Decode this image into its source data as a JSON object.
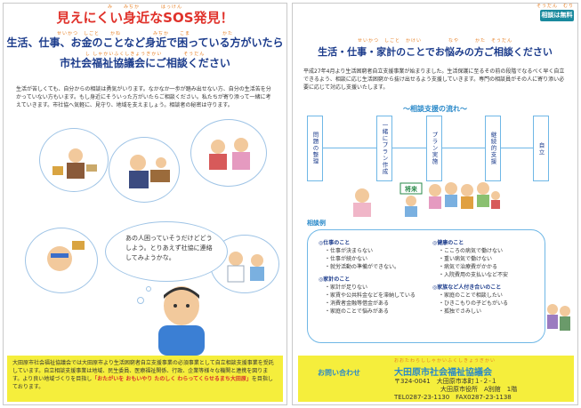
{
  "left": {
    "title_ruby": "み　　みぢか　　　　はっけん",
    "title": "見えにくい身近なSOS発見！",
    "head1_ruby": "せいかつ　しごと　　かね　　　　　　みぢか　　こま　　　　　　かた",
    "head1": "生活、仕事、お金のことなど身近で困っている方がいたら",
    "head2_ruby": "し しゃかいふくしきょうぎかい　　　　そうだん",
    "head2": "市社会福祉協議会にご相談ください",
    "body": "生活が苦しくても、自分からの相談は勇気がいります。なかなか一歩が踏み出せない方、自分の生活苦を分かっていない方もいます。もし身近にそういった方がいたらご相談ください。私たちが寄り添って一緒に考えていきます。市社協へ気軽に、見守り、地域を支えましょう。相談者の秘密は守ります。",
    "speech": "あの人困っていそうだけどどうしよう。とりあえず社協に連絡してみようかな。",
    "bottom_text": "大田原市社会福祉協議会では大田原市より生活困窮者自立支援事業の必須事業として自立相談支援事業を受託しています。自立相談支援事業は地域、民生委員、医療福祉関係、行政、企業等様々な機関と連携を図ります。より良い地域づくりを目指し",
    "bottom_highlight": "「おたがいを おもいやり たのしく わらってくらせるまち大田原」",
    "bottom_tail": "を目指しております。"
  },
  "right": {
    "badge": "相談は無料",
    "badge_ruby": "そうだん　むりょう",
    "head_ruby": "せいかつ　しごと　かけい　　　　　なや　　　かた　そうだん",
    "head": "生活・仕事・家計のことでお悩みの方ご相談ください",
    "intro": "平成27年4月より生活困窮者自立支援事業が始まりました。生活保護に至るその前の段階でなるべく早く自立できるよう、相談に応じ生活困窮から抜け出せるよう支援していきます。専門の相談員がその人に寄り添い必要に応じて対応し支援いたします。",
    "flow_title": "～相談支援の流れ～",
    "flow": [
      "問題の整理",
      "一緒にプラン作成",
      "プラン実施",
      "継続的支援",
      "自立"
    ],
    "consult_label": "相談例",
    "sign_label": "将来",
    "col_a": [
      {
        "cat": "◎仕事のこと",
        "items": [
          "・仕事が決まらない",
          "・仕事が続かない",
          "・就労活動の準備ができない。"
        ]
      },
      {
        "cat": "◎家計のこと",
        "items": [
          "・家計が足りない",
          "・家賃や公共料金などを滞納している",
          "・消費者金融等借金がある",
          "・家庭のことで悩みがある"
        ]
      }
    ],
    "col_b": [
      {
        "cat": "◎健康のこと",
        "items": [
          "・こころの病気で働けない",
          "・重い病気で働けない",
          "・病気で治療費がかかる",
          "・入院費用の支払いなど不安"
        ]
      },
      {
        "cat": "◎家族など人付き合いのこと",
        "items": [
          "・家庭のことで相談したい",
          "・ひきこもりの子どもがいる",
          "・孤独でさみしい"
        ]
      }
    ],
    "contact": {
      "label": "お問い合わせ",
      "org_ruby": "おおたわらししゃかいふくしきょうぎかい",
      "org": "大田原市社会福祉協議会",
      "postal": "〒324-0041　大田原市本町１-２-１",
      "address": "大田原市役所　A別館　1階",
      "tel": "TEL0287-23-1130　FAX0287-23-1138"
    }
  }
}
